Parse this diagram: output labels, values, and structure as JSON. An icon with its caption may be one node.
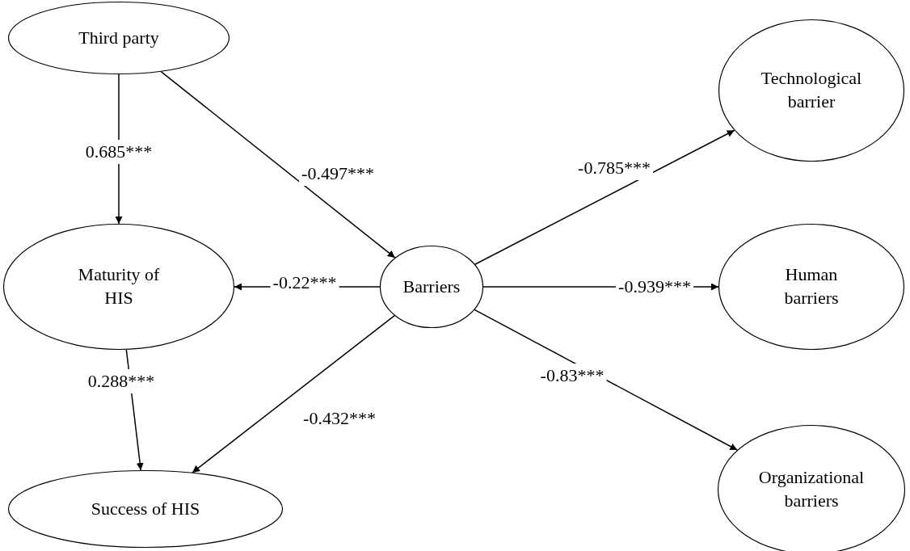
{
  "diagram": {
    "nodes": [
      {
        "text": [
          "Third party"
        ]
      },
      {
        "text": [
          "Technological barrier"
        ]
      },
      {
        "text": [
          "Maturity of HIS"
        ]
      },
      {
        "text": [
          "Barriers"
        ]
      },
      {
        "text": [
          "Human barriers"
        ]
      },
      {
        "text": [
          "Success of HIS"
        ]
      },
      {
        "text": [
          "Organizational barriers"
        ]
      }
    ],
    "edges": [
      {
        "from": 0,
        "to": 2,
        "arrow": "to",
        "label": "0.685***"
      },
      {
        "from": 0,
        "to": 3,
        "arrow": "to",
        "label": "-0.497***"
      },
      {
        "from": 3,
        "to": 1,
        "arrow": "to",
        "label": "-0.785***"
      },
      {
        "from": 3,
        "to": 2,
        "arrow": "to",
        "label": "-0.22***"
      },
      {
        "from": 3,
        "to": 4,
        "arrow": "to",
        "label": "-0.939***"
      },
      {
        "from": 3,
        "to": 5,
        "arrow": "to",
        "label": "-0.432***"
      },
      {
        "from": 3,
        "to": 6,
        "arrow": "to",
        "label": "-0.83***"
      },
      {
        "from": 2,
        "to": 5,
        "arrow": "to",
        "label": "0.288***"
      }
    ]
  }
}
